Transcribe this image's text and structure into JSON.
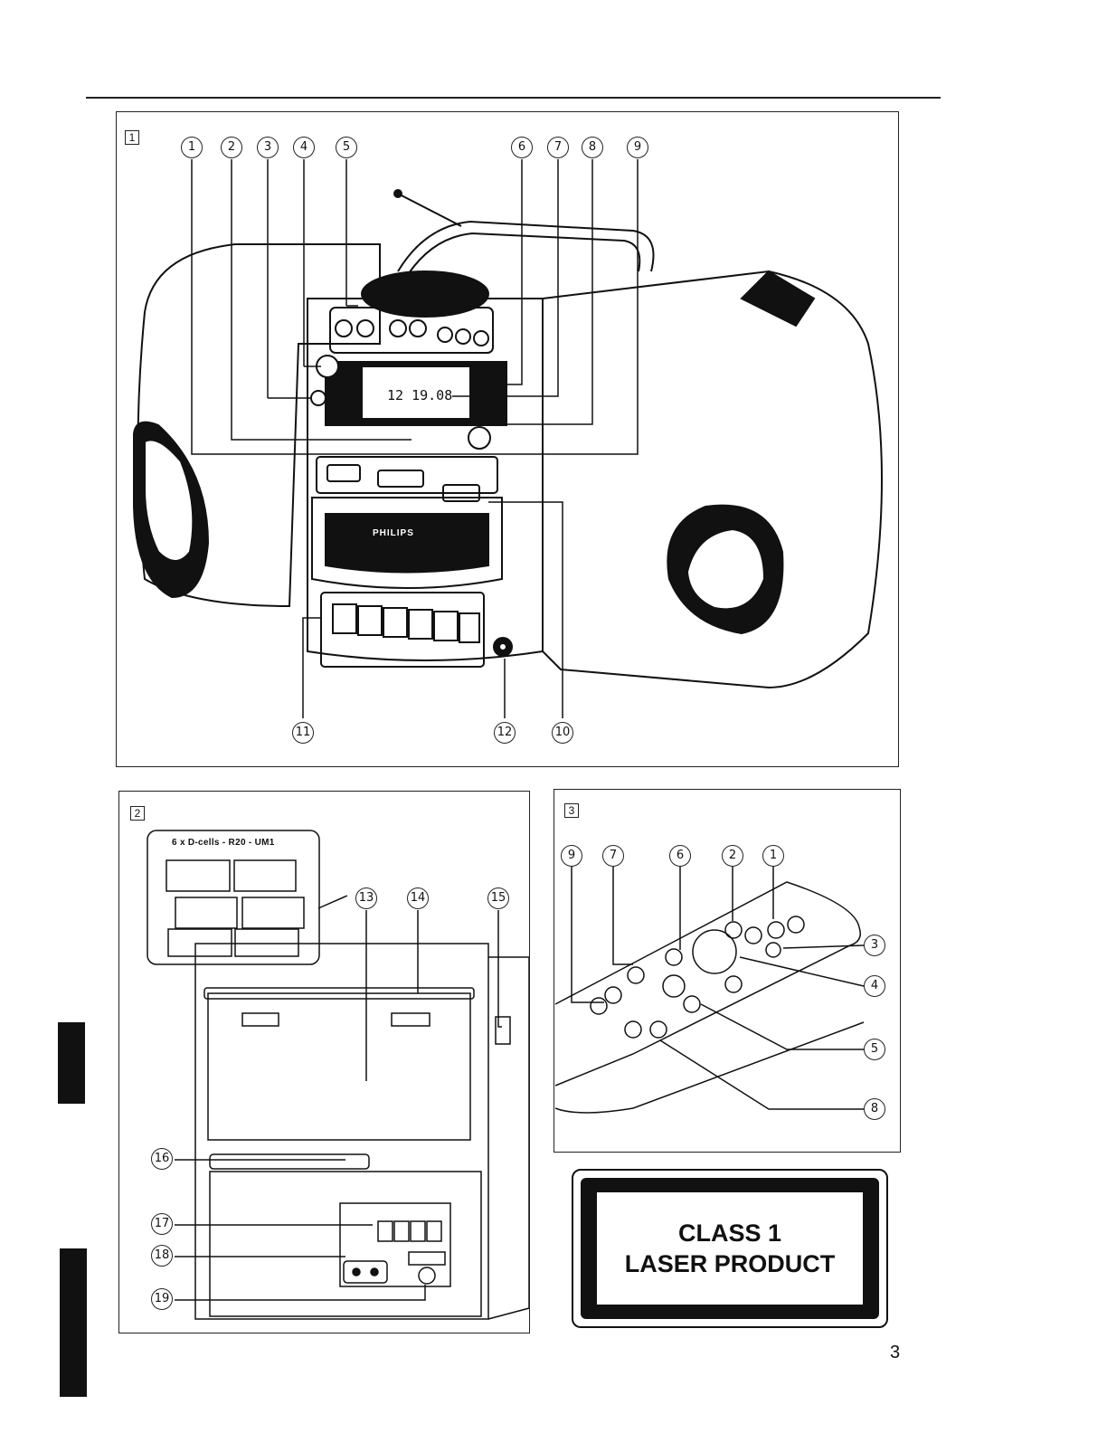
{
  "figures": {
    "fig1": {
      "number": "1",
      "callouts": [
        "1",
        "2",
        "3",
        "4",
        "5",
        "6",
        "7",
        "8",
        "9",
        "10",
        "11",
        "12"
      ]
    },
    "fig2": {
      "number": "2",
      "callouts": [
        "13",
        "14",
        "15",
        "16",
        "17",
        "18",
        "19"
      ],
      "battery_caption": "6 x D-cells - R20 - UM1"
    },
    "fig3": {
      "number": "3",
      "callouts": [
        "9",
        "7",
        "6",
        "2",
        "1",
        "3",
        "4",
        "5",
        "8"
      ]
    }
  },
  "device": {
    "brand": "PHILIPS",
    "display": "12 19.08"
  },
  "laser_label": {
    "line1": "CLASS 1",
    "line2": "LASER PRODUCT"
  },
  "page_number": "3"
}
